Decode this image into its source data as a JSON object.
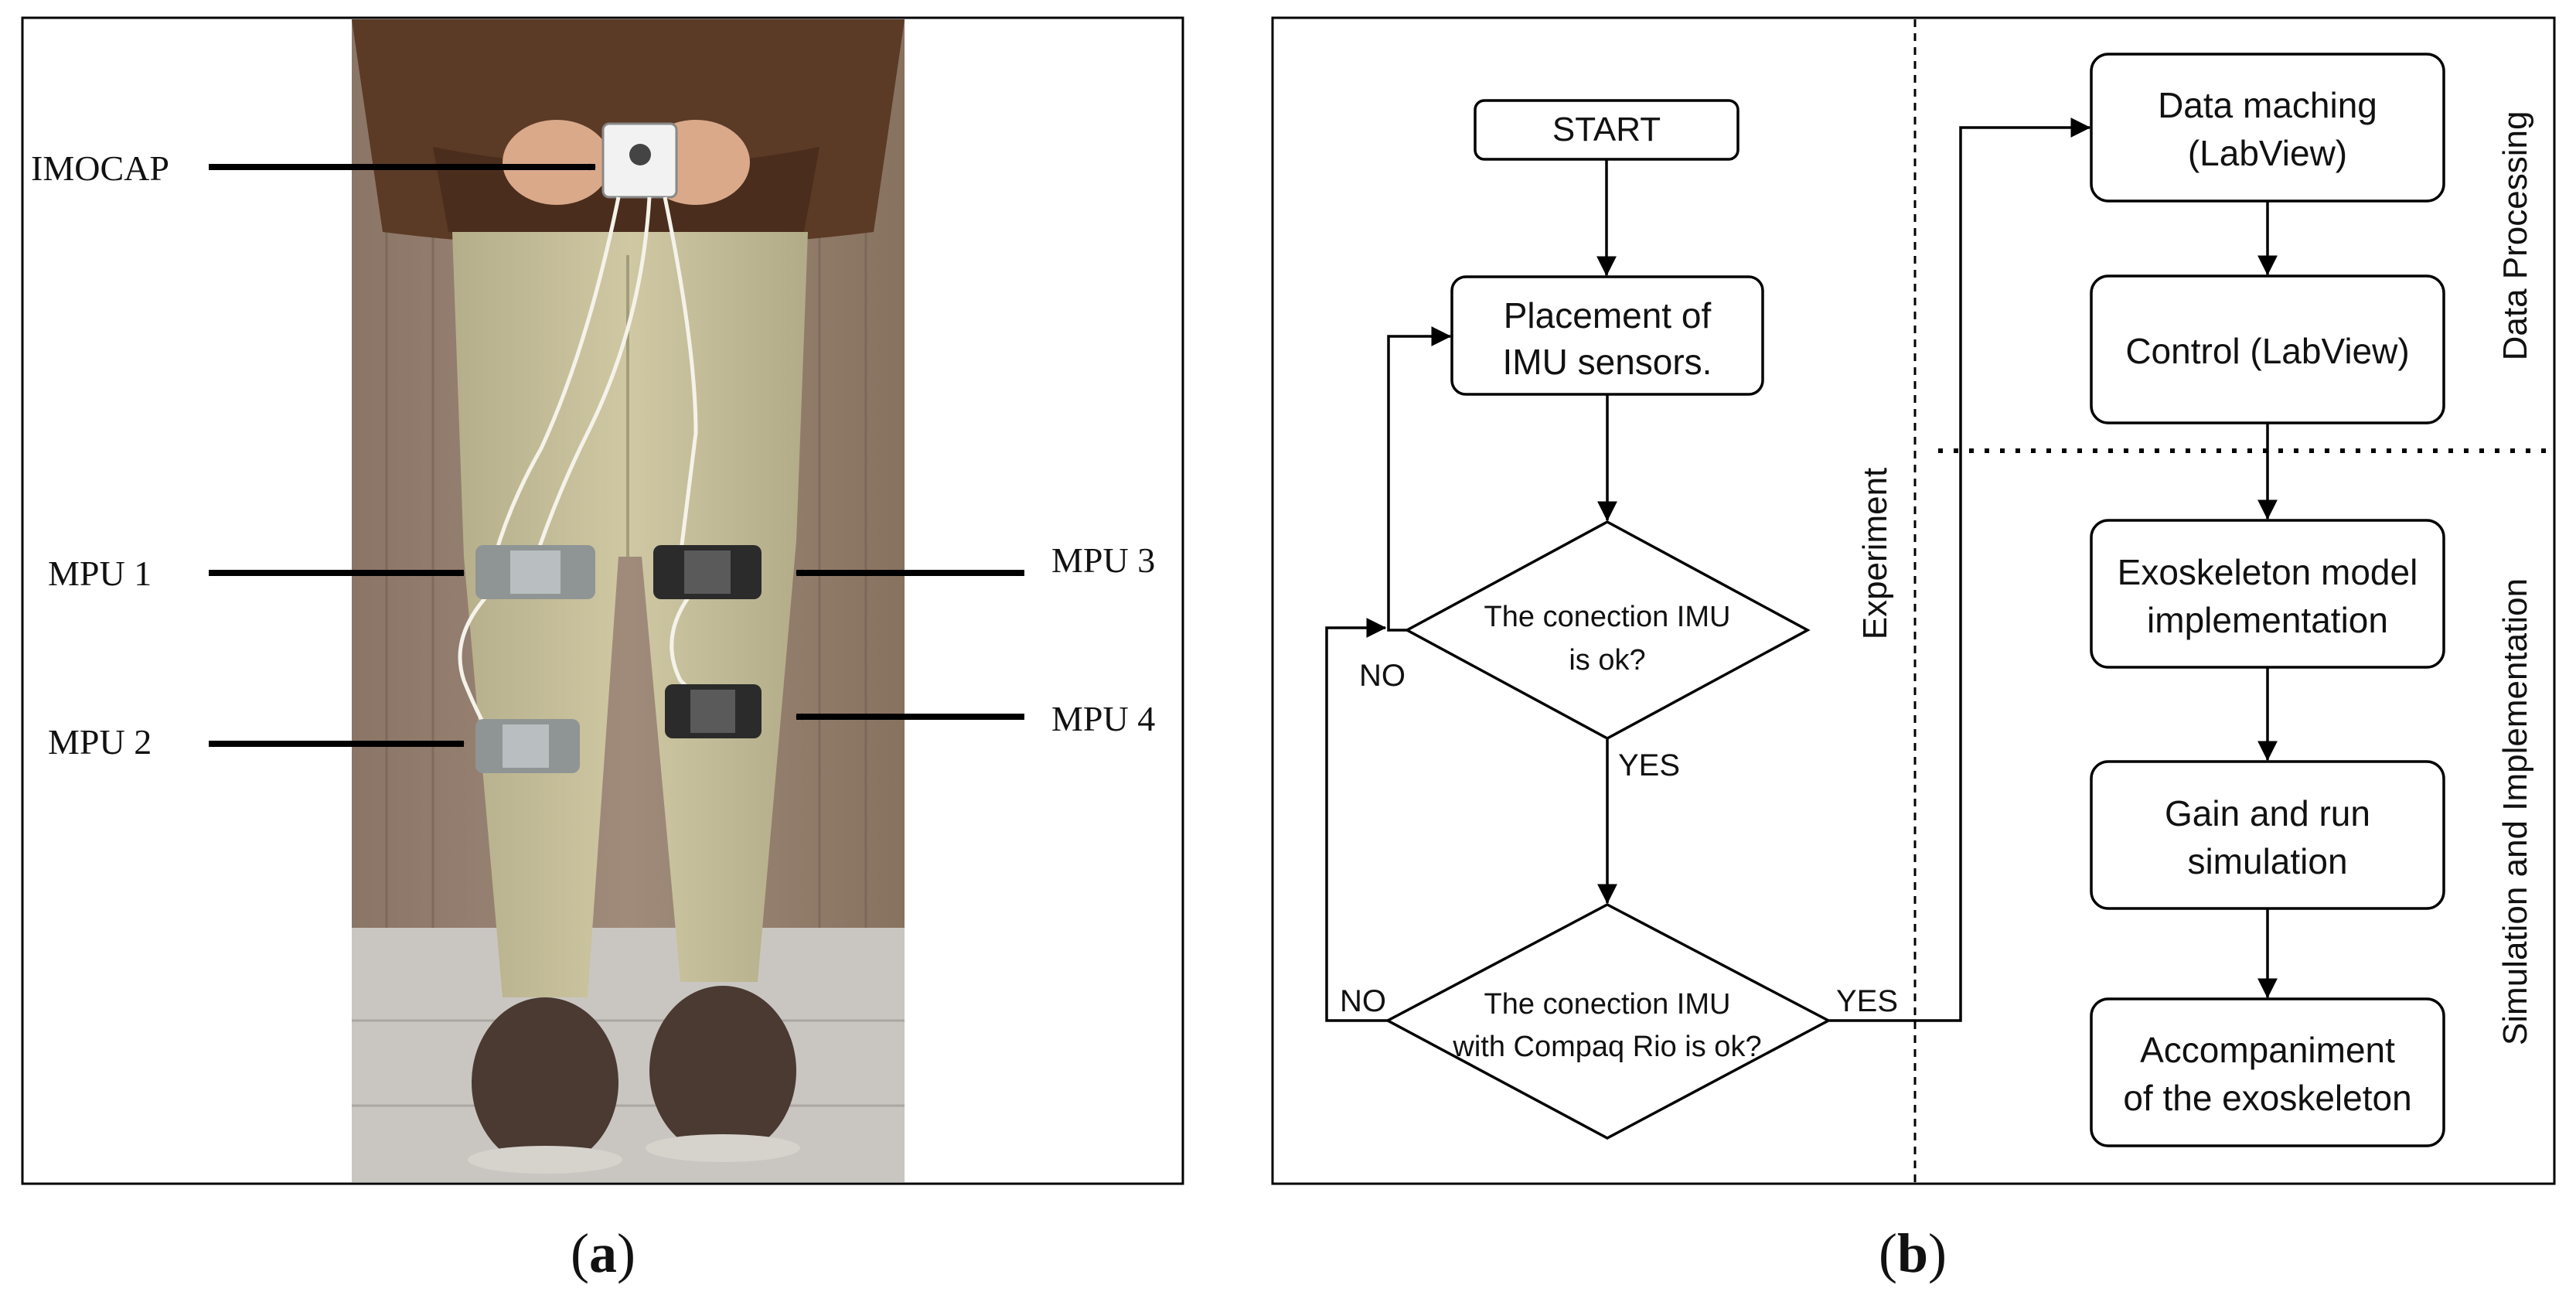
{
  "panel_a": {
    "caption_letter": "a",
    "sensor_labels": {
      "imocap": "IMOCAP",
      "mpu1": "MPU 1",
      "mpu2": "MPU 2",
      "mpu3": "MPU 3",
      "mpu4": "MPU 4"
    }
  },
  "panel_b": {
    "caption_letter": "b",
    "sections": {
      "experiment": "Experiment",
      "data_processing": "Data Processing",
      "simulation": "Simulation and Implementation"
    },
    "nodes": {
      "start": "START",
      "placement": [
        "Placement of",
        "IMU sensors."
      ],
      "decision1": [
        "The conection IMU",
        "is ok?"
      ],
      "decision2": [
        "The conection IMU",
        "with Compaq Rio is ok?"
      ],
      "data_matching": [
        "Data maching",
        "(LabView)"
      ],
      "control": "Control (LabView)",
      "exo_model": [
        "Exoskeleton model",
        "implementation"
      ],
      "gain_run": [
        "Gain and run",
        "simulation"
      ],
      "accompaniment": [
        "Accompaniment",
        "of the exoskeleton"
      ]
    },
    "edge_labels": {
      "d1_no": "NO",
      "d1_yes": "YES",
      "d2_no": "NO",
      "d2_yes": "YES"
    }
  }
}
